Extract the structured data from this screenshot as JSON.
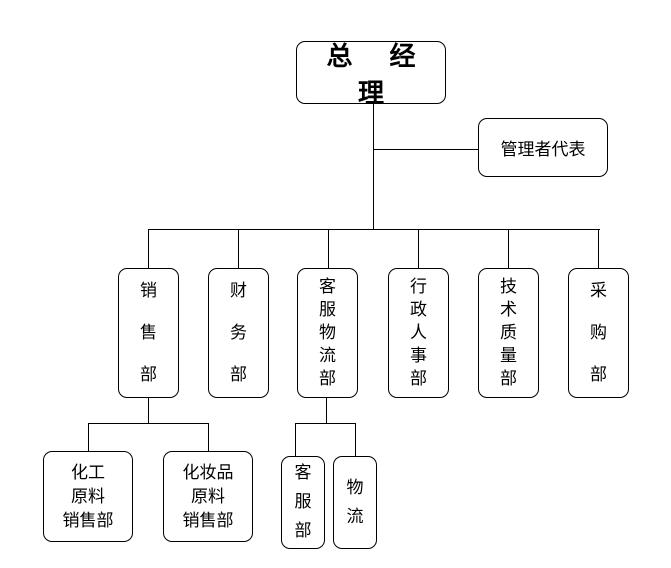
{
  "chart": {
    "general_manager": "总 经 理",
    "management_rep": "管理者代表",
    "departments": [
      {
        "label": "销\n售\n部"
      },
      {
        "label": "财\n务\n部"
      },
      {
        "label": "客\n服\n物\n流\n部"
      },
      {
        "label": "行\n政\n人\n事\n部"
      },
      {
        "label": "技\n术\n质\n量\n部"
      },
      {
        "label": "采\n购\n部"
      }
    ],
    "sales_subunits": [
      {
        "label": "化工\n原料\n销售部"
      },
      {
        "label": "化妆品\n原料\n销售部"
      }
    ],
    "logistics_subunits": [
      {
        "label": "客\n服\n部"
      },
      {
        "label": "物\n流"
      }
    ]
  }
}
